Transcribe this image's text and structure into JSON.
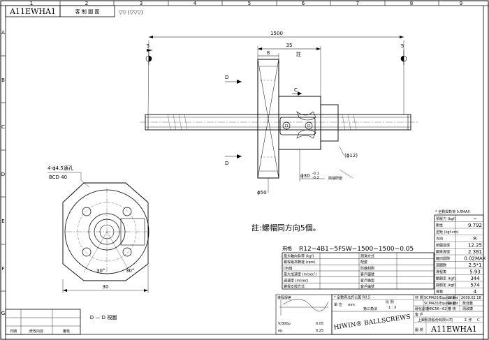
{
  "drawing_no": "A11EWHA1",
  "header_title": "客 制 圖 面",
  "roughness": "▽▽ (▽▽▽)",
  "columns": [
    "1",
    "2",
    "3",
    "4",
    "5",
    "6",
    "7",
    "8",
    "9"
  ],
  "rows": [
    "A",
    "B",
    "C",
    "D",
    "E",
    "F",
    "G"
  ],
  "dims": {
    "total_length": "1500",
    "flange_width": "35",
    "flange_thk": "8",
    "section_mark": "5",
    "shaft_dia": "(ϕ12)",
    "nut_dia": "ϕ30",
    "nut_tol_top": "-0.1",
    "nut_tol_bot": "-0.2",
    "flange_dia": "ϕ50",
    "hole_spec": "4-ϕ4.5通孔",
    "pcd": "BCD 40",
    "angle_a": "30°",
    "angle_b": "30°",
    "width_30": "30",
    "note_tag": "註",
    "section_d": "D",
    "section_c": "C",
    "end_note": "兩端研磨"
  },
  "view_label": "D — D 視圖",
  "note_text": "註:螺帽同方向5個。",
  "spec_label": "規格",
  "spec_value": "R12−4B1−5FSW−1500−1500−0.05",
  "left_table": [
    {
      "label": "最大軸向負荷 (kgf)",
      "right": "潤滑方式"
    },
    {
      "label": "螺桿最高轉速 (rpm)",
      "right": "配套"
    },
    {
      "label": "DN值",
      "right": "防塵刮刷"
    },
    {
      "label": "最大加速度 (m/sec²)",
      "right": "客戶圖號"
    },
    {
      "label": "迴速度 (m/sec)",
      "right": "客戶機型"
    },
    {
      "label": "螺桿支撐方式",
      "right": "客戶編號"
    }
  ],
  "right_table_title": "* 全數與負荷 0.5MAX",
  "right_table": [
    {
      "label": "預壓力 (kgf)",
      "value": "~"
    },
    {
      "label": "剛性",
      "value": "9.792"
    },
    {
      "label": "扭矩 (kgf·cm)",
      "value": ""
    },
    {
      "label": "方向",
      "value": "R"
    },
    {
      "label": "節圓直徑",
      "value": "12.25"
    },
    {
      "label": "鋼珠直徑",
      "value": "2.381"
    },
    {
      "label": "軸向間隙",
      "value": "0.02MAX"
    },
    {
      "label": "迴圈數",
      "value": "2.5*1"
    },
    {
      "label": "導程角",
      "value": "5.93"
    },
    {
      "label": "動額定 (kgf)",
      "value": "344"
    },
    {
      "label": "靜額定 (kgf)",
      "value": "574"
    },
    {
      "label": "導程",
      "value": "4"
    }
  ],
  "title_block": {
    "material_label": "材 質",
    "material_shaft": "SCM420/Equivalent",
    "material_nut": "SCM420/Equivalent",
    "hardness_label": "硬化處理",
    "hardness": "HRC56~62",
    "date_label": "日 期",
    "date": "2009.02.18",
    "drawn_label": "製 圖",
    "drawn": "詹佳雅",
    "checked_label": "審 核",
    "checked": "周政康",
    "unit_label": "單 位",
    "unit": "mm",
    "scale_label": "比 例",
    "scale": "1 : X",
    "projection": "第三角法",
    "customer_label": "客 戶",
    "customer": "",
    "drawing_no_label": "圖 號",
    "brand": "HIWIN® BALLSCREWS",
    "company": "上銀科技股份有限公司",
    "code_label": "工 作",
    "code": "C",
    "tolerance_label": "* 全數與允許公差 R0.5",
    "tolerance_values": [
      "0.05",
      "0.25"
    ],
    "lead_error_label": "導程誤差",
    "lead_error_rows": [
      "V/300μ",
      "ep"
    ]
  },
  "revision_cols": [
    "日期",
    "修改內容",
    "審核"
  ]
}
